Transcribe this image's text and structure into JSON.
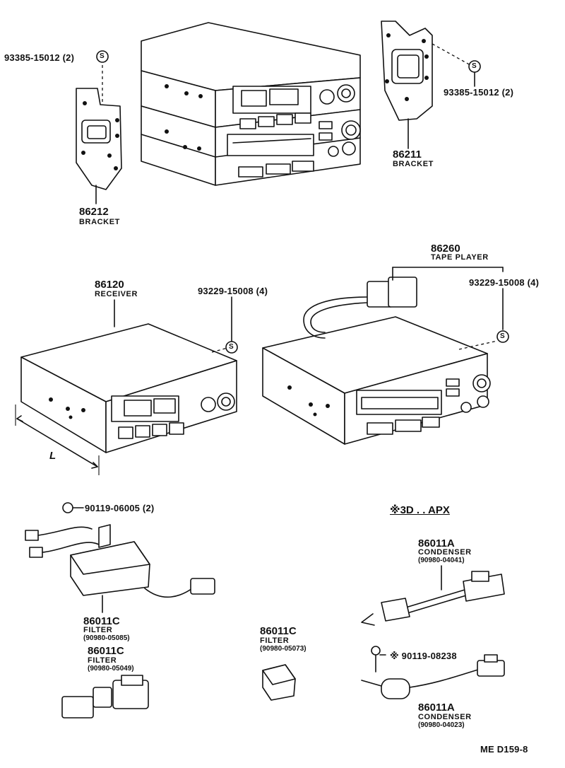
{
  "parts": {
    "screw_top_left": "93385-15012 (2)",
    "screw_top_right": "93385-15012 (2)",
    "bracket_left": {
      "number": "86212",
      "name": "BRACKET"
    },
    "bracket_right": {
      "number": "86211",
      "name": "BRACKET"
    },
    "receiver": {
      "number": "86120",
      "name": "RECEIVER",
      "dim_label": "L"
    },
    "receiver_screw": "93229-15008 (4)",
    "tape_player": {
      "number": "86260",
      "name": "TAPE PLAYER"
    },
    "tape_screw": "93229-15008 (4)",
    "filter_screw": "90119-06005 (2)",
    "filter_a": {
      "number": "86011C",
      "name": "FILTER",
      "code": "(90980-05085)"
    },
    "filter_b": {
      "number": "86011C",
      "name": "FILTER",
      "code": "(90980-05049)"
    },
    "filter_c": {
      "number": "86011C",
      "name": "FILTER",
      "code": "(90980-05073)"
    },
    "apx_header": "※3D . . APX",
    "condenser_a": {
      "number": "86011A",
      "name": "CONDENSER",
      "code": "(90980-04041)"
    },
    "condenser_screw": "※ 90119-08238",
    "condenser_b": {
      "number": "86011A",
      "name": "CONDENSER",
      "code": "(90980-04023)"
    },
    "ref_code": "ME  D159-8",
    "symbol_s": "S"
  }
}
